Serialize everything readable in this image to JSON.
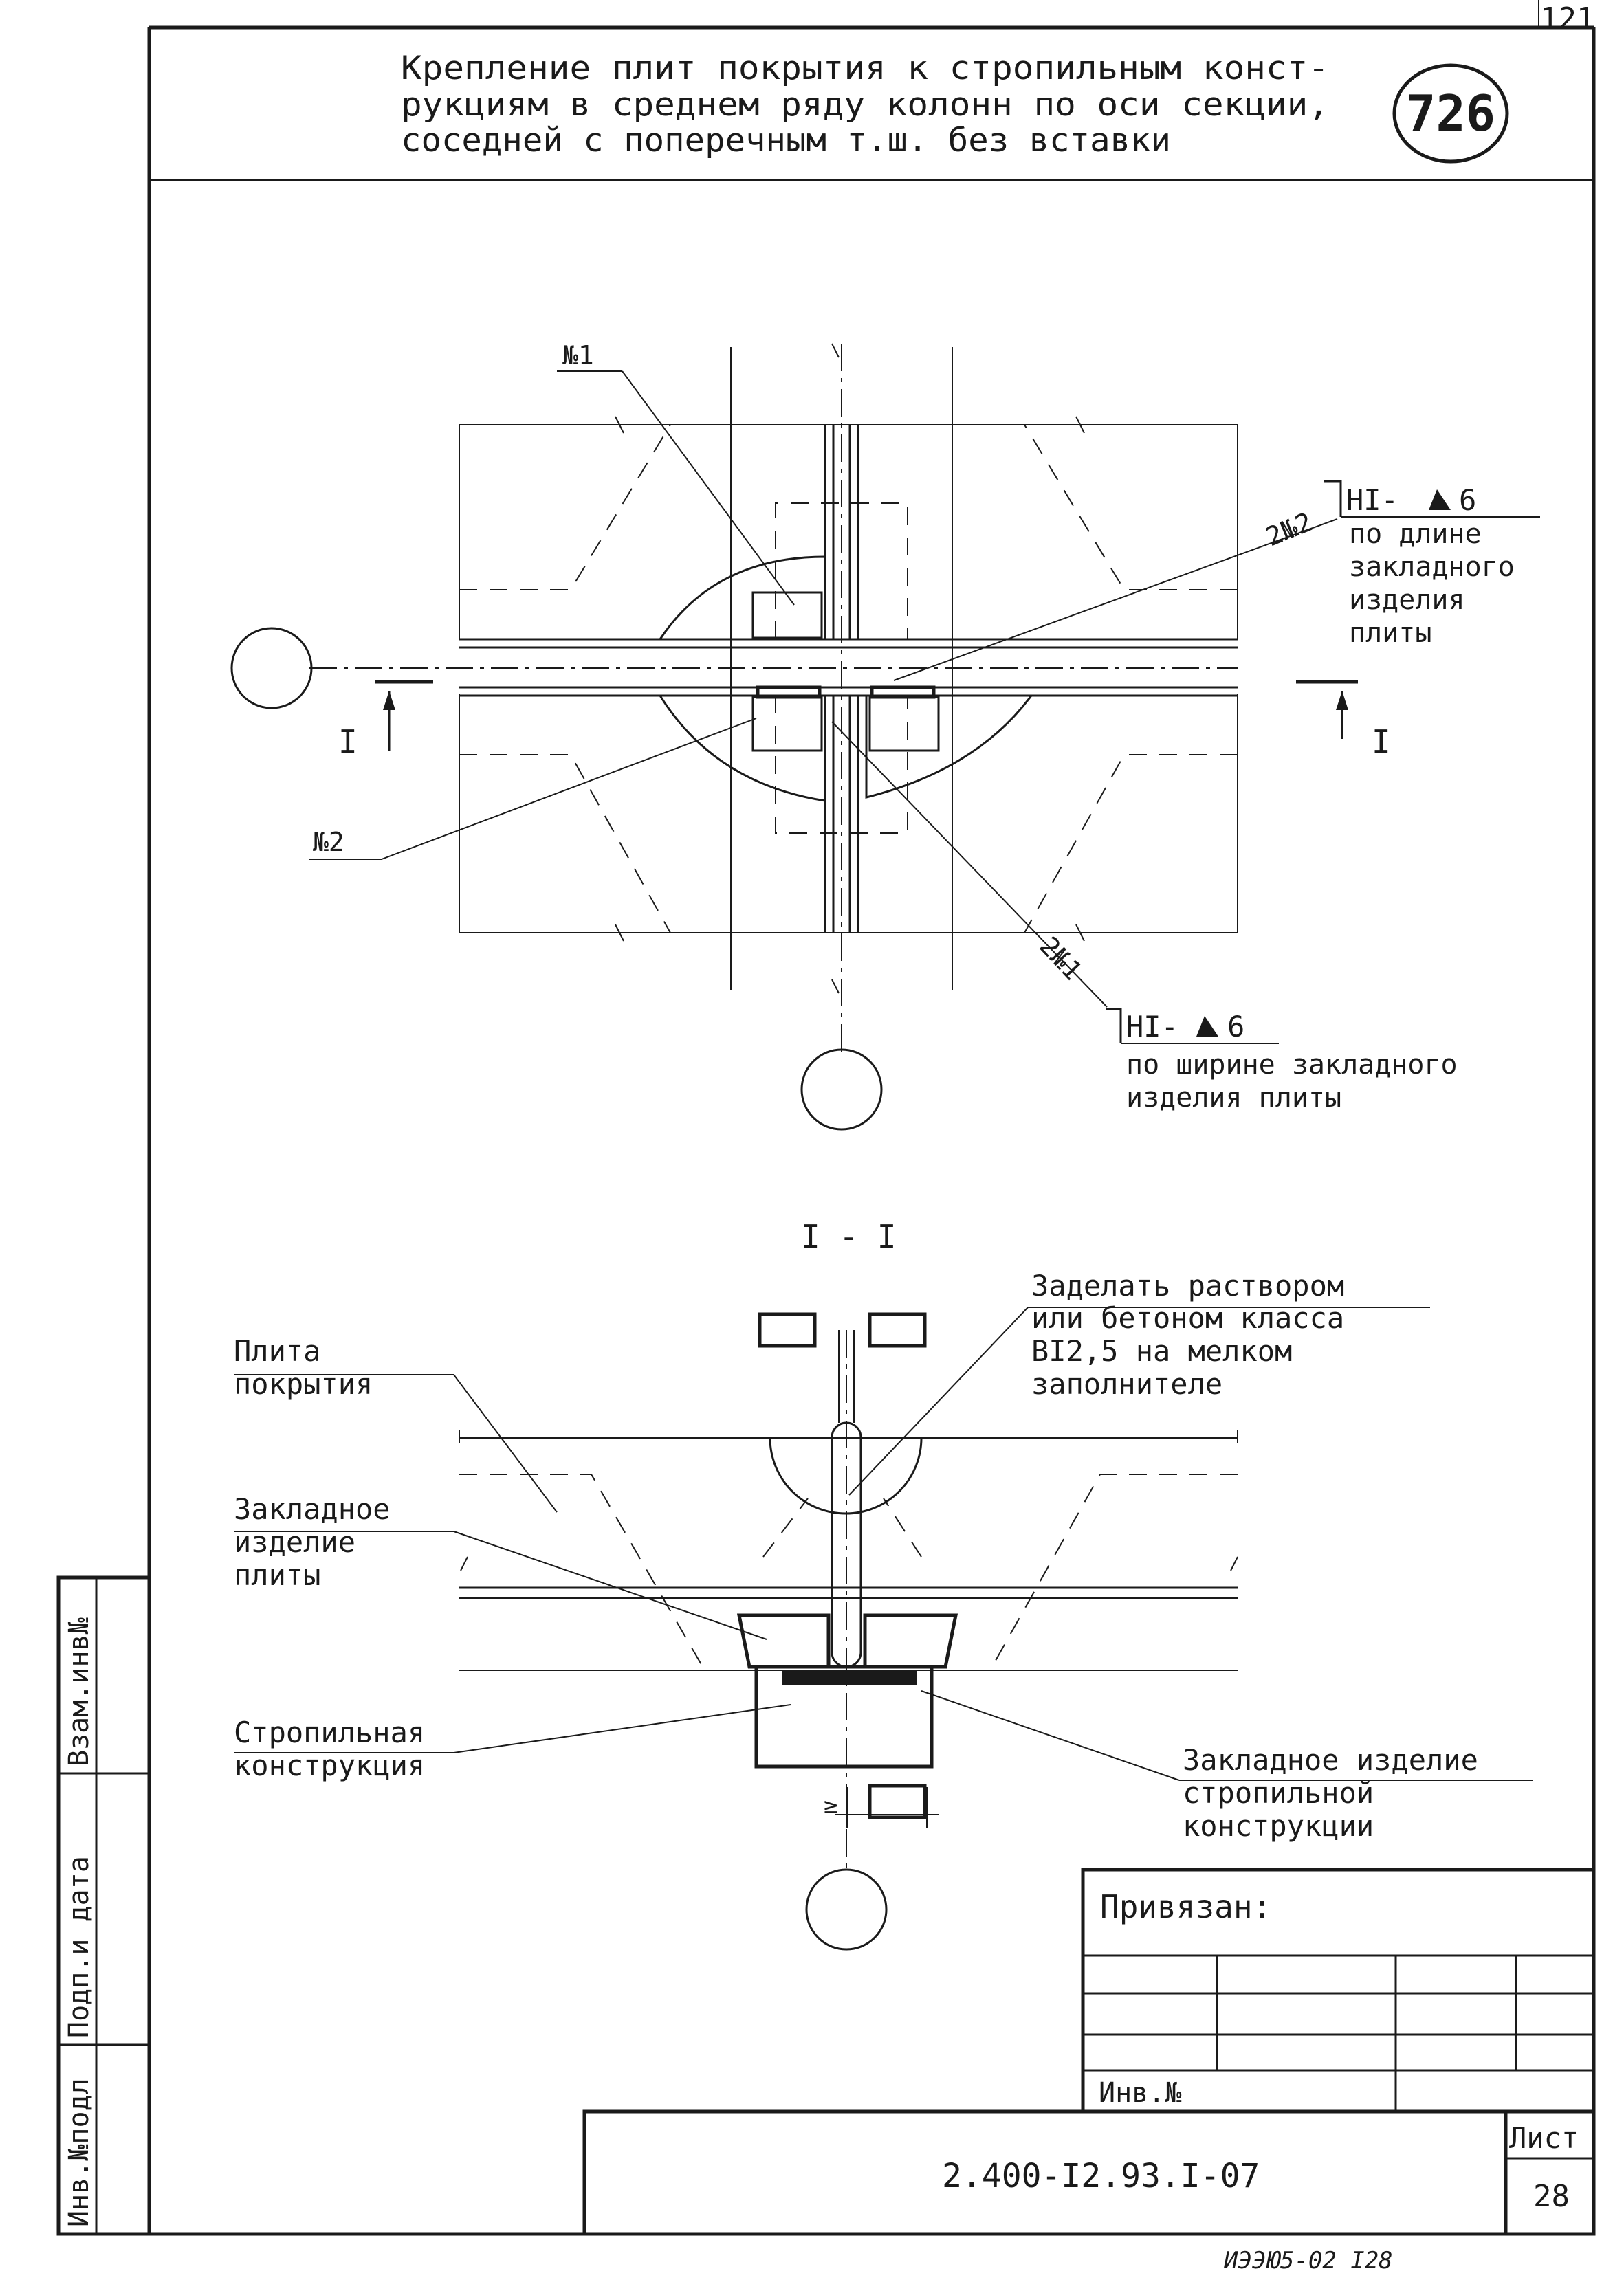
{
  "sheet": {
    "corner_number": "121",
    "title_line_1": "Крепление плит покрытия к стропильным конст-",
    "title_line_2": "рукциям в среднем ряду колонн по оси секции,",
    "title_line_3": "соседней с поперечным т.ш. без вставки",
    "node_number": "726"
  },
  "plan": {
    "label_m1": "№1",
    "label_m2": "№2",
    "section_letter_left": "I",
    "section_letter_right": "I",
    "weld_2m2": "2№2",
    "weld_2m1": "2№1",
    "weld_top_symbol": "НI-",
    "weld_top_size": "6",
    "weld_top_note_1": "по длине",
    "weld_top_note_2": "закладного",
    "weld_top_note_3": "изделия",
    "weld_top_note_4": "плиты",
    "weld_bottom_symbol": "НI-",
    "weld_bottom_size": "6",
    "weld_bottom_note_1": "по ширине закладного",
    "weld_bottom_note_2": "изделия плиты"
  },
  "section": {
    "title": "I - I",
    "grout_note_1": "Заделать раствором",
    "grout_note_2": "или бетоном класса",
    "grout_note_3": "ВI2,5 на мелком",
    "grout_note_4": "заполнителе",
    "slab_label_1": "Плита",
    "slab_label_2": "покрытия",
    "embed_label_1": "Закладное",
    "embed_label_2": "изделие",
    "embed_label_3": "плиты",
    "truss_label_1": "Стропильная",
    "truss_label_2": "конструкция",
    "truss_embed_label_1": "Закладное изделие",
    "truss_embed_label_2": "стропильной",
    "truss_embed_label_3": "конструкции",
    "gap_mark": "≥"
  },
  "stamp": {
    "privyazan": "Привязан:",
    "inv_no": "Инв.№",
    "doc_code": "2.400-I2.93.I-07",
    "sheet_label": "Лист",
    "sheet_no": "28"
  },
  "side_strip": {
    "vzam_inv": "Взам.инв№",
    "podp_data": "Подп.и дата",
    "inv_podl": "Инв.№подл"
  },
  "footer_stamp": "ИЭЭЮ5-02  I28"
}
